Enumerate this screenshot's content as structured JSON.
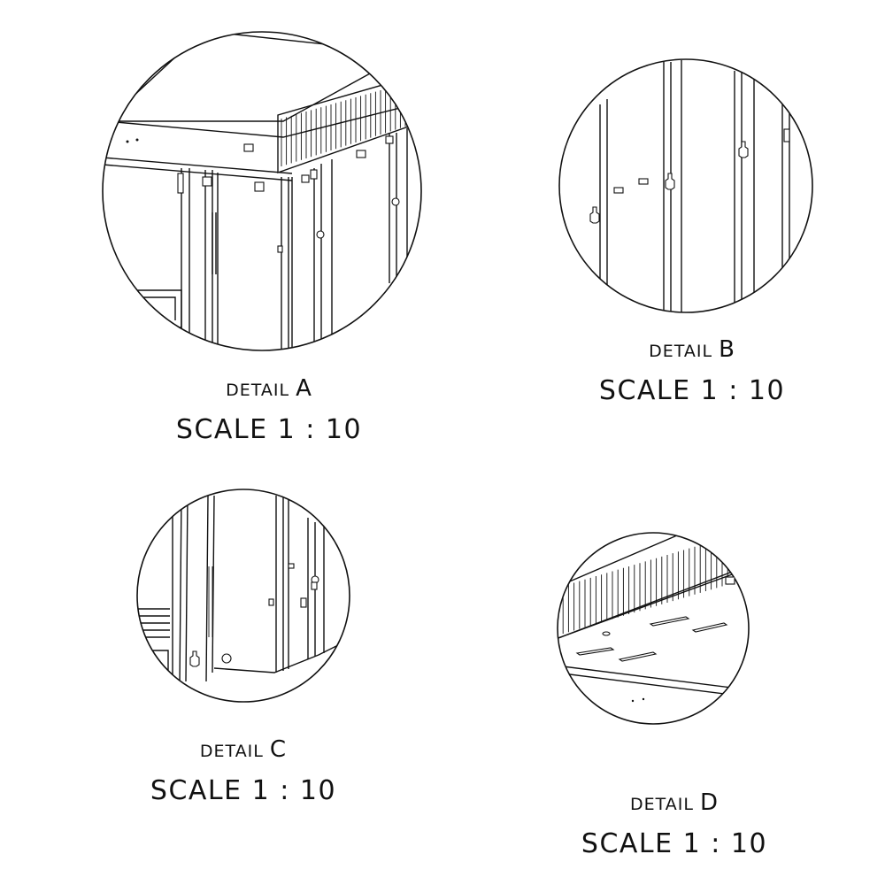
{
  "details": [
    {
      "id": "a",
      "name_prefix": "DETAIL",
      "letter": "A",
      "scale": "SCALE  1 : 10"
    },
    {
      "id": "b",
      "name_prefix": "DETAIL",
      "letter": "B",
      "scale": "SCALE  1 : 10"
    },
    {
      "id": "c",
      "name_prefix": "DETAIL",
      "letter": "C",
      "scale": "SCALE  1 : 10"
    },
    {
      "id": "d",
      "name_prefix": "DETAIL",
      "letter": "D",
      "scale": "SCALE  1 : 10"
    }
  ]
}
